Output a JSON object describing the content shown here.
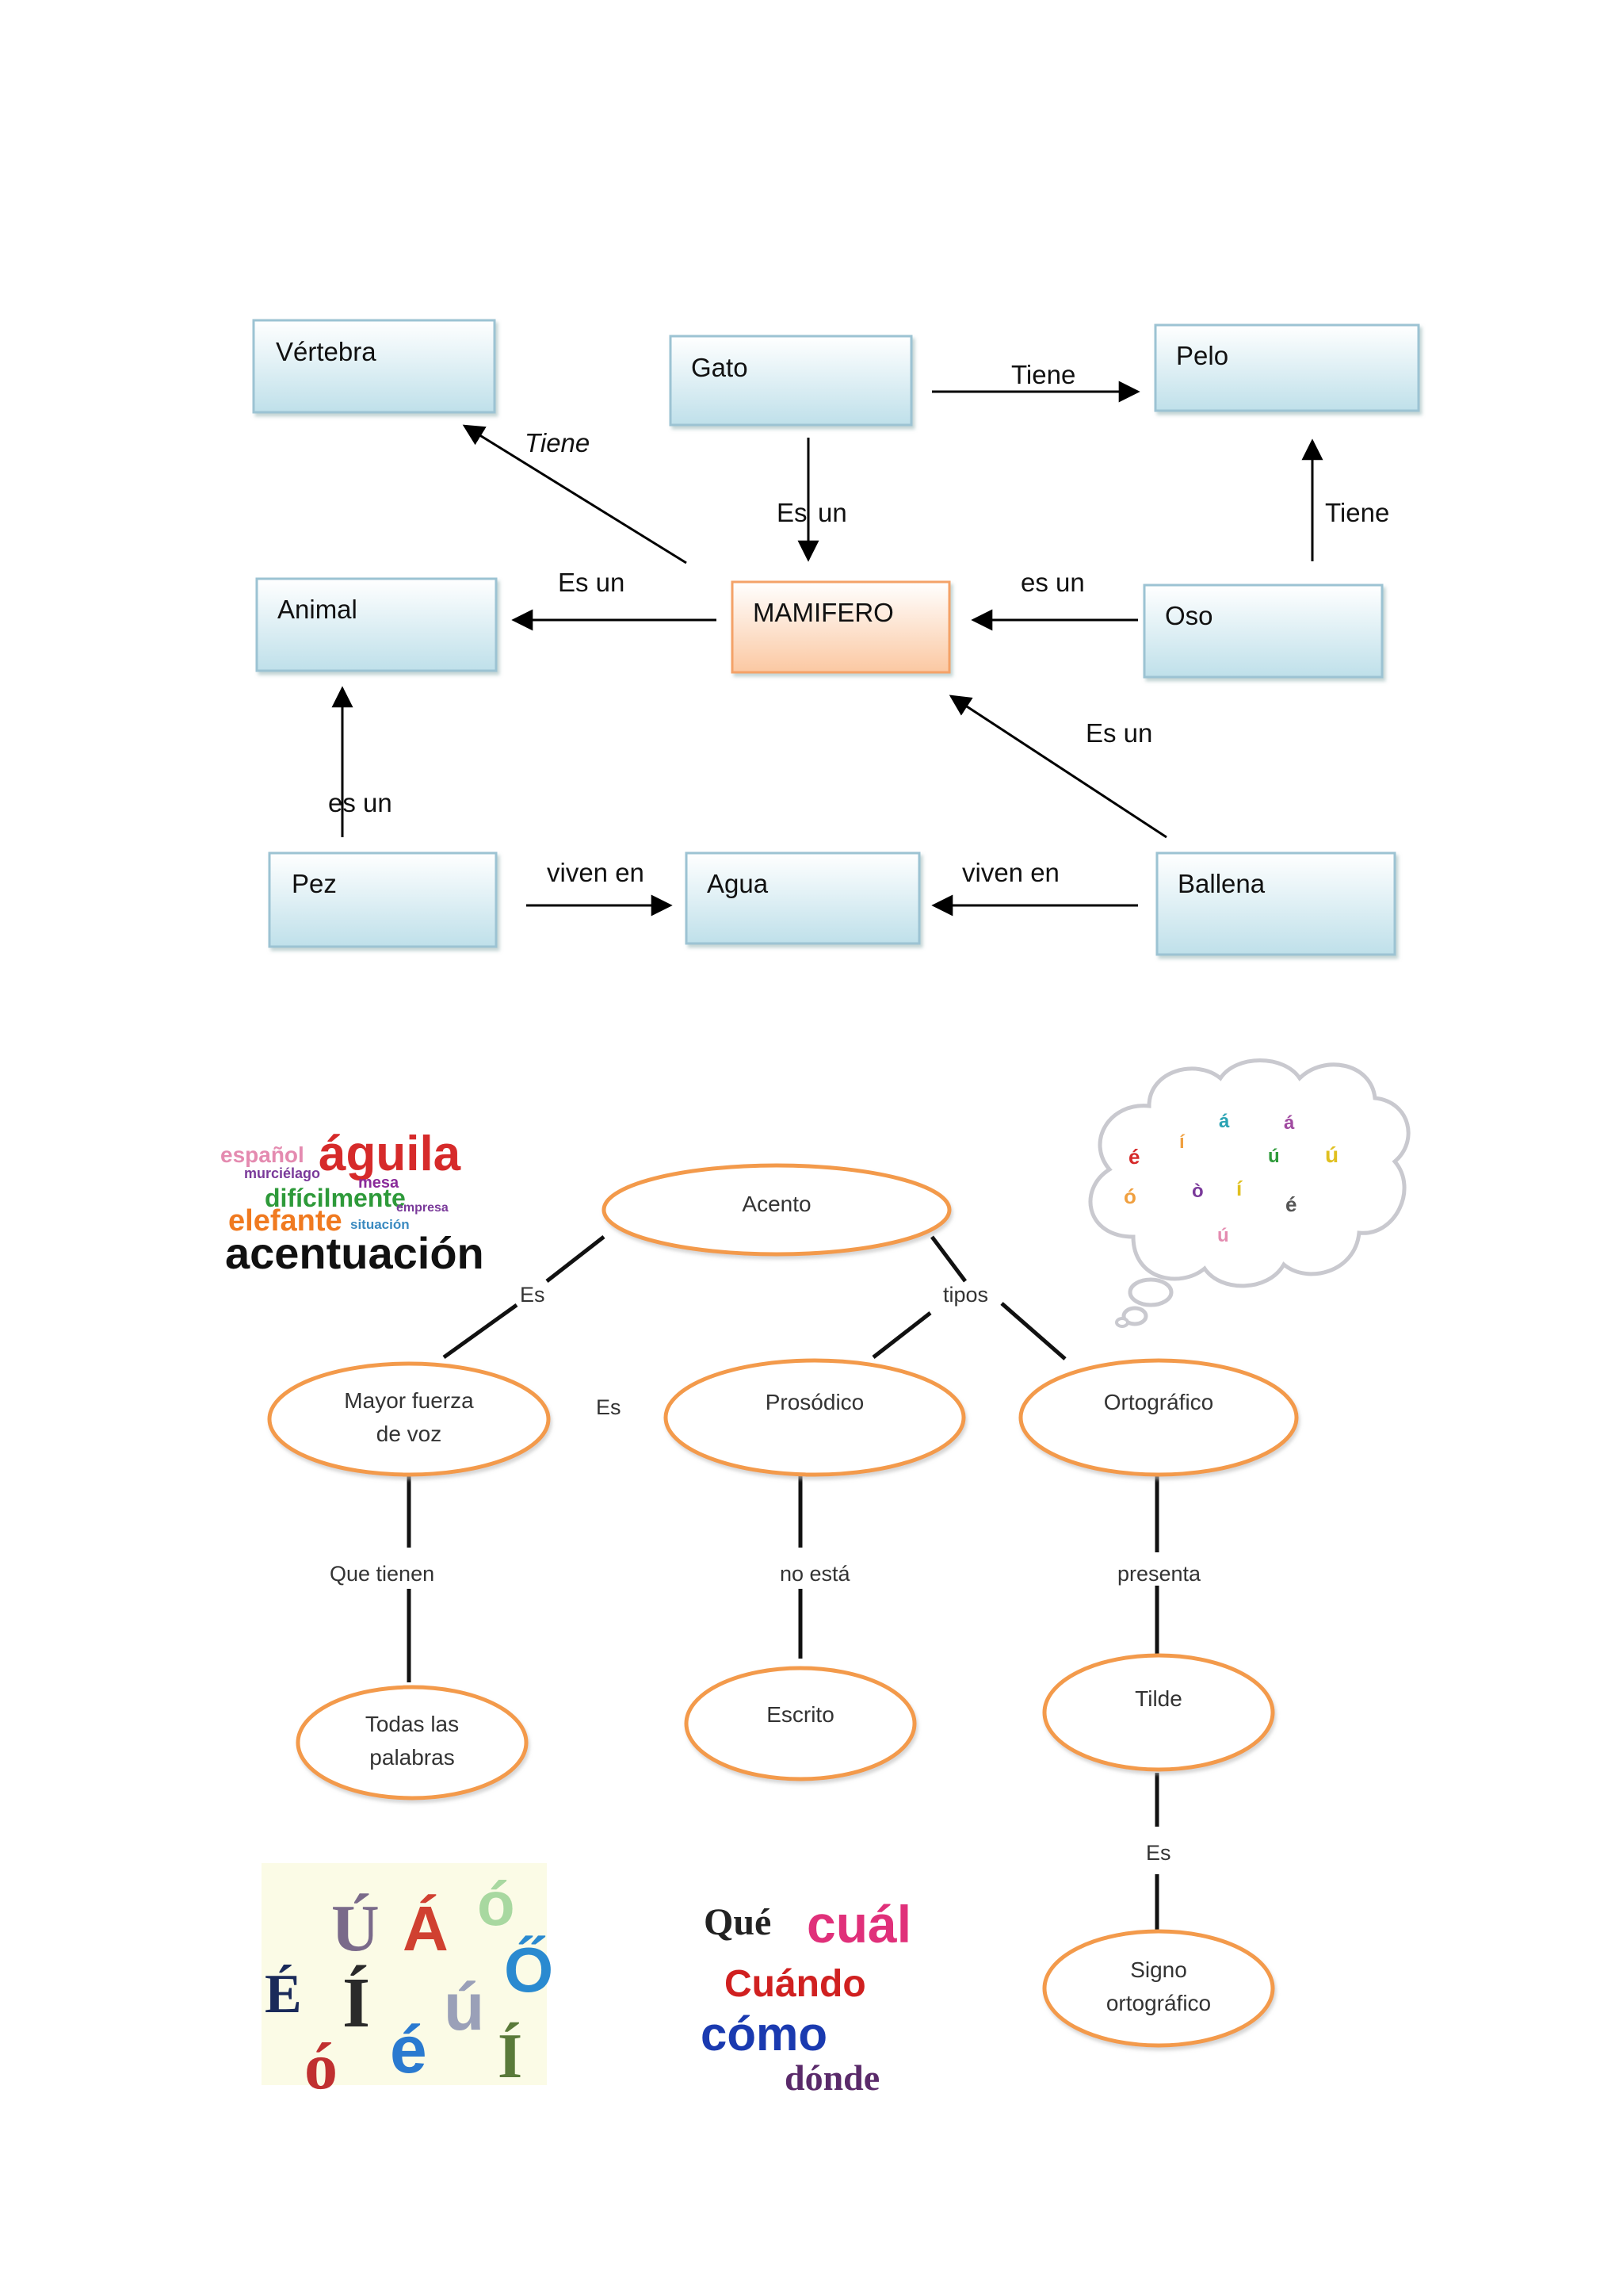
{
  "concept_map_1": {
    "nodes": {
      "vertebra": "Vértebra",
      "gato": "Gato",
      "pelo": "Pelo",
      "animal": "Animal",
      "mamifero": "MAMIFERO",
      "oso": "Oso",
      "pez": "Pez",
      "agua": "Agua",
      "ballena": "Ballena"
    },
    "edges": {
      "gato_pelo": "Tiene",
      "mamifero_vertebra": "Tiene",
      "gato_mamifero_a": "Es",
      "gato_mamifero_b": "un",
      "oso_pelo": "Tiene",
      "mamifero_animal": "Es un",
      "oso_mamifero": "es un",
      "ballena_mamifero": "Es un",
      "pez_animal": "es un",
      "pez_agua": "viven en",
      "ballena_agua": "viven en"
    }
  },
  "concept_map_2": {
    "nodes": {
      "acento": "Acento",
      "mayor_fuerza_1": "Mayor fuerza",
      "mayor_fuerza_2": "de voz",
      "prosodico": "Prosódico",
      "ortografico": "Ortográfico",
      "todas_1": "Todas las",
      "todas_2": "palabras",
      "escrito": "Escrito",
      "tilde": "Tilde",
      "signo_1": "Signo",
      "signo_2": "ortográfico"
    },
    "edges": {
      "es_left": "Es",
      "tipos": "tipos",
      "es_mid": "Es",
      "que_tienen": "Que tienen",
      "no_esta": "no está",
      "presenta": "presenta",
      "es_tilde": "Es"
    }
  },
  "word_cloud": {
    "w1": "español",
    "w2": "águila",
    "w3": "murciélago",
    "w4": "mesa",
    "w5": "difícilmente",
    "w6": "empresa",
    "w7": "elefante",
    "w8": "situación",
    "w9": "acentuación"
  },
  "thought_bubble": {
    "letters": [
      "á",
      "á",
      "í",
      "é",
      "ú",
      "ú",
      "ó",
      "ò",
      "í",
      "é",
      "ú"
    ]
  },
  "accent_letters": {
    "l1": "Ú",
    "l2": "Á",
    "l3": "ó",
    "l4": "É",
    "l5": "Í",
    "l6": "ú",
    "l7": "Ő",
    "l8": "ó",
    "l9": "é",
    "l10": "Í"
  },
  "question_words": {
    "q1": "Qué",
    "q2": "cuál",
    "q3": "Cuándo",
    "q4": "cómo",
    "q5": "dónde"
  },
  "colors": {
    "box_border": "#9cc3d3",
    "box_fill_top": "#ffffff",
    "box_fill_bottom": "#bfe0ea",
    "mamifero_fill_bottom": "#fbc8a2",
    "mamifero_border": "#f4a268",
    "ellipse_stroke": "#f39a4b"
  }
}
